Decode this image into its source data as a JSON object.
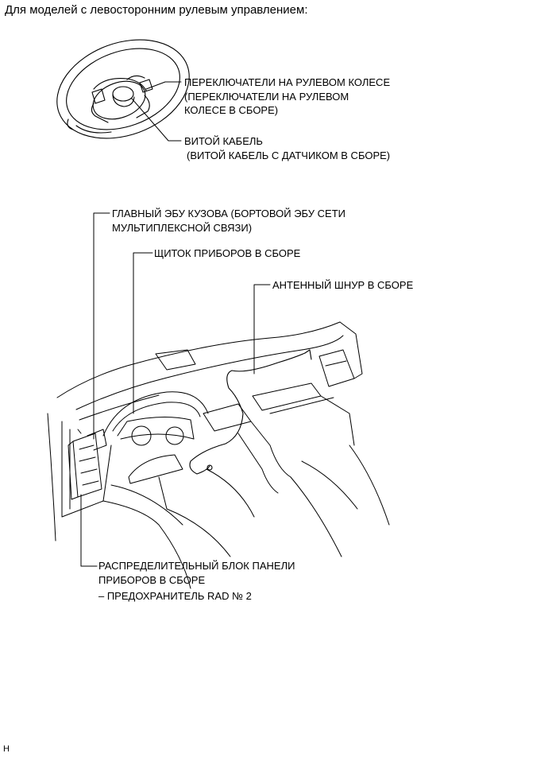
{
  "heading": "Для моделей с левосторонним рулевым управлением:",
  "labels": {
    "steering_switch": {
      "line1": "ПЕРЕКЛЮЧАТЕЛИ НА РУЛЕВОМ КОЛЕСЕ",
      "line2": "(ПЕРЕКЛЮЧАТЕЛИ НА РУЛЕВОМ",
      "line3": "КОЛЕСЕ В СБОРЕ)"
    },
    "spiral_cable": {
      "line1": "ВИТОЙ КАБЕЛЬ",
      "line2": "(ВИТОЙ КАБЕЛЬ С ДАТЧИКОМ В СБОРЕ)"
    },
    "main_body_ecu": {
      "line1": "ГЛАВНЫЙ ЭБУ КУЗОВА (БОРТОВОЙ ЭБУ СЕТИ",
      "line2": "МУЛЬТИПЛЕКСНОЙ СВЯЗИ)"
    },
    "combination_meter": {
      "line1": "ЩИТОК ПРИБОРОВ В СБОРЕ"
    },
    "antenna_cord": {
      "line1": "АНТЕННЫЙ ШНУР В СБОРЕ"
    },
    "junction_block": {
      "line1": "РАСПРЕДЕЛИТЕЛЬНЫЙ БЛОК ПАНЕЛИ",
      "line2": "ПРИБОРОВ В СБОРЕ",
      "line3": "– ПРЕДОХРАНИТЕЛЬ RAD № 2"
    }
  },
  "footer": "H"
}
